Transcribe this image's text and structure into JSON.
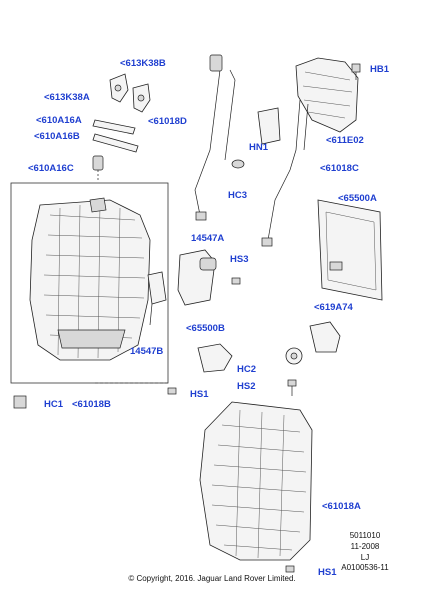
{
  "colors": {
    "label": "#1f3fd0",
    "lines": "#222222",
    "background": "#ffffff"
  },
  "labels": {
    "l_613K38B": "<613K38B",
    "l_613K38A": "<613K38A",
    "l_610A16A": "<610A16A",
    "l_610A16B": "<610A16B",
    "l_610A16C": "<610A16C",
    "l_61018D": "<61018D",
    "l_HN1": "HN1",
    "l_HC3": "HC3",
    "l_HB1": "HB1",
    "l_611E02": "<611E02",
    "l_61018C": "<61018C",
    "l_65500A": "<65500A",
    "l_14547A_top": "14547A",
    "l_HS3": "HS3",
    "l_14547B": "14547B",
    "l_65500B": "<65500B",
    "l_619A74": "<619A74",
    "l_HC2": "HC2",
    "l_HS2": "HS2",
    "l_HS1_mid": "HS1",
    "l_HC1": "HC1",
    "l_61018B": "<61018B",
    "l_61018A": "<61018A",
    "l_HS1_bottom": "HS1"
  },
  "meta": {
    "line1": "5011010",
    "line2": "11-2008",
    "line3": "LJ",
    "line4": "A0100536-11"
  },
  "copyright": "© Copyright, 2016. Jaguar Land Rover Limited."
}
